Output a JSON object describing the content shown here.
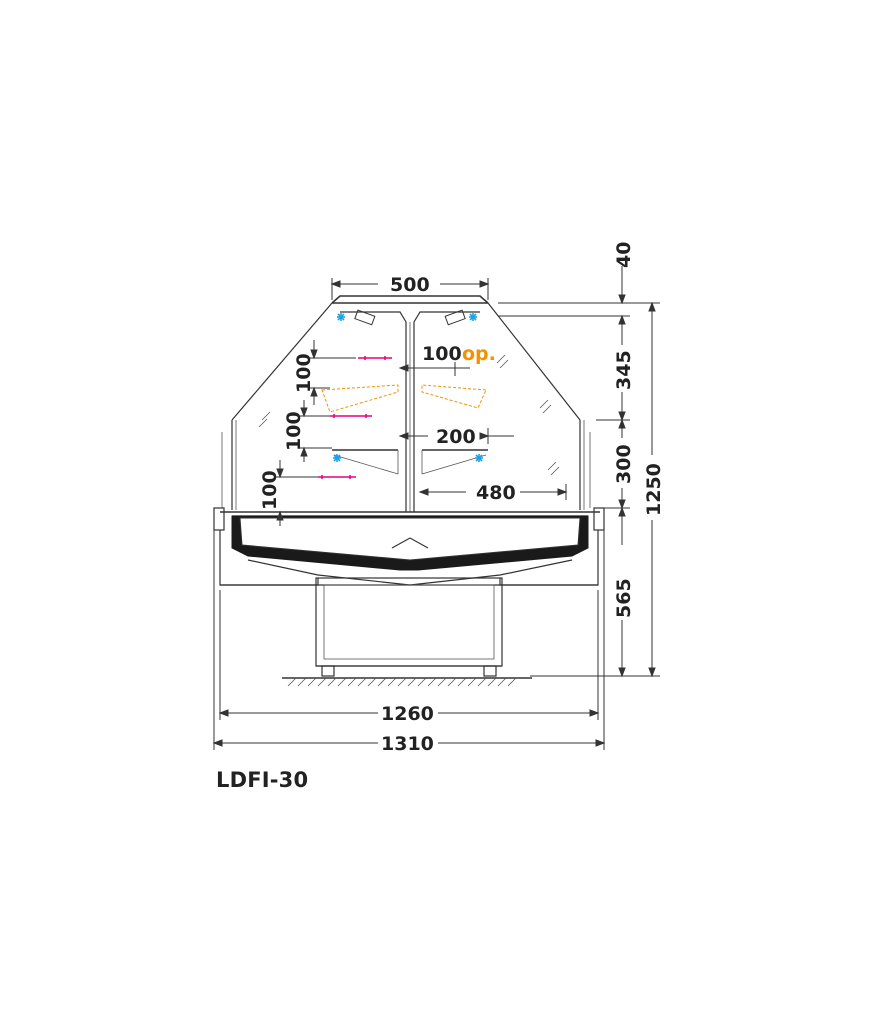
{
  "model": "LDFI-30",
  "dimensions": {
    "top_width": "500",
    "top_height": "40",
    "upper_height": "345",
    "middle_height": "300",
    "total_height": "1250",
    "base_height": "565",
    "inner_width": "1260",
    "outer_width": "1310",
    "shelf_spacing_1": "100",
    "shelf_spacing_2": "100",
    "shelf_spacing_3": "100",
    "shelf_optional": "100",
    "shelf_optional_suffix": "op.",
    "shelf_depth": "200",
    "deck_depth": "480"
  },
  "colors": {
    "lines": "#333333",
    "optional": "#f39200",
    "light": "#e6007e",
    "cooling": "#1aa3e8",
    "base": "#1a1a1a"
  }
}
